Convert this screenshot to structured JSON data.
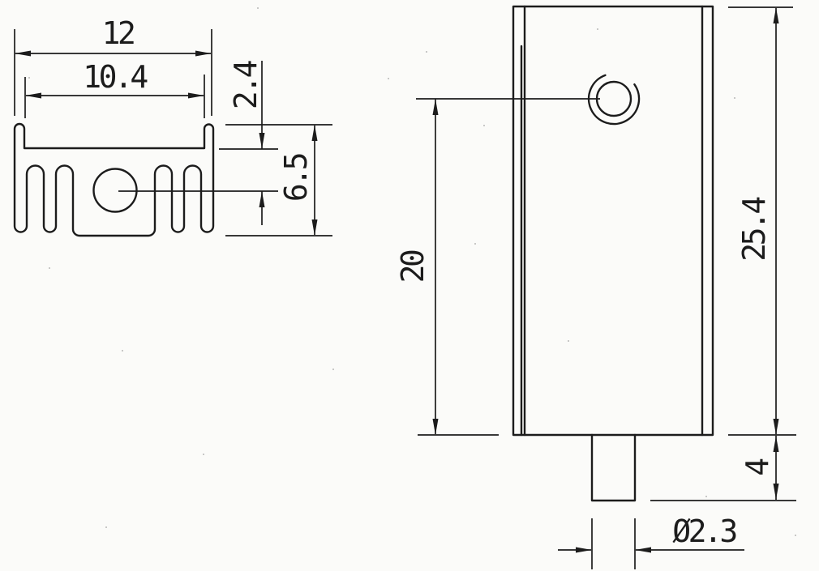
{
  "dimensions": {
    "section_view": {
      "overall_width": "12",
      "inner_width": "10.4",
      "hole_offset": "2.4",
      "overall_depth": "6.5"
    },
    "front_view": {
      "hole_center_height": "20",
      "overall_height": "25.4",
      "tab_length": "4",
      "tab_diameter": "Ø2.3"
    }
  },
  "colors": {
    "line": "#1c1c1c",
    "background": "#fbfbf9"
  }
}
